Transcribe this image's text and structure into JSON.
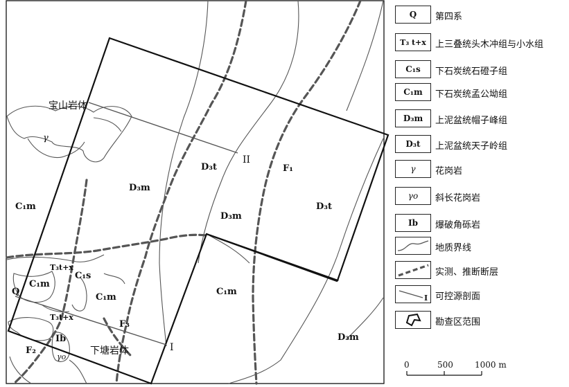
{
  "map": {
    "units": [
      {
        "code": "C₁",
        "suffix": "m",
        "name": "c1m-left"
      },
      {
        "code": "D₃",
        "suffix": "m"
      },
      {
        "code": "D₃",
        "suffix": "t"
      }
    ],
    "labels": {
      "baoshan": "宝山岩体",
      "xiatang": "下塘岩体",
      "gamma": "γ",
      "gamma_o": "γo",
      "Q": "Q",
      "Ib": "Ib",
      "F1": "F₁",
      "F2": "F₂",
      "F3": "F₃",
      "profile_I": "I",
      "profile_II": "II",
      "c1m_left": "C₁m",
      "c1m_lower": "C₁m",
      "c1m_lower2": "C₁m",
      "c1m_center": "C₁m",
      "c1s": "C₁s",
      "t3_a": "T₃t+x",
      "t3_b": "T₃t+x",
      "d3m_left": "D₃m",
      "d3m_mid": "D₃m",
      "d3m_lowright": "D₃m",
      "d3t_mid": "D₃t",
      "d3t_right": "D₃t"
    }
  },
  "legend": {
    "items": [
      {
        "box": "Q",
        "text": "第四系"
      },
      {
        "box": "T₃ t+x",
        "text": "上三叠统头木冲组与小水组"
      },
      {
        "box": "C₁s",
        "text": "下石炭统石磴子组"
      },
      {
        "box": "C₁m",
        "text": "下石炭统孟公坳组"
      },
      {
        "box": "D₃m",
        "text": "上泥盆统帽子峰组"
      },
      {
        "box": "D₃t",
        "text": "上泥盆统天子岭组"
      },
      {
        "box": "γ",
        "text": "花岗岩"
      },
      {
        "box": "γo",
        "text": "斜长花岗岩"
      },
      {
        "box": "Ib",
        "text": "爆破角砾岩"
      },
      {
        "box": "",
        "icon": "geologic-boundary-icon",
        "text": "地质界线"
      },
      {
        "box": "",
        "icon": "fault-icon",
        "text": "实测、推断断层"
      },
      {
        "box": "",
        "icon": "csamt-profile-icon",
        "text": "可控源剖面"
      },
      {
        "box": "",
        "icon": "survey-area-icon",
        "text": "勘查区范围"
      }
    ]
  },
  "scale": {
    "t0": "0",
    "t1": "500",
    "t2": "1000 m"
  }
}
